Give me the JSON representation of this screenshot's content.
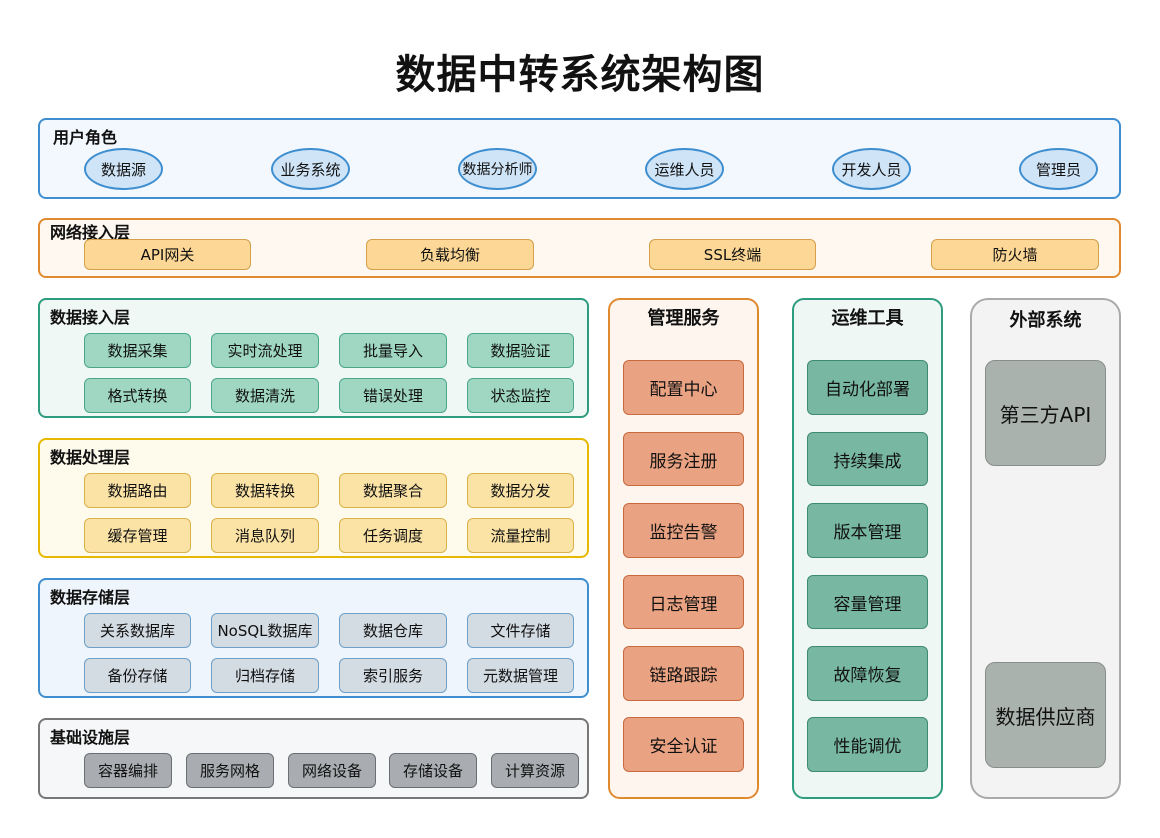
{
  "title": "数据中转系统架构图",
  "user_roles": {
    "label": "用户角色",
    "items": [
      "数据源",
      "业务系统",
      "数据分析师",
      "运维人员",
      "开发人员",
      "管理员"
    ]
  },
  "network": {
    "label": "网络接入层",
    "items": [
      "API网关",
      "负载均衡",
      "SSL终端",
      "防火墙"
    ]
  },
  "ingest": {
    "label": "数据接入层",
    "items": [
      "数据采集",
      "实时流处理",
      "批量导入",
      "数据验证",
      "格式转换",
      "数据清洗",
      "错误处理",
      "状态监控"
    ]
  },
  "processing": {
    "label": "数据处理层",
    "items": [
      "数据路由",
      "数据转换",
      "数据聚合",
      "数据分发",
      "缓存管理",
      "消息队列",
      "任务调度",
      "流量控制"
    ]
  },
  "storage": {
    "label": "数据存储层",
    "items": [
      "关系数据库",
      "NoSQL数据库",
      "数据仓库",
      "文件存储",
      "备份存储",
      "归档存储",
      "索引服务",
      "元数据管理"
    ]
  },
  "infra": {
    "label": "基础设施层",
    "items": [
      "容器编排",
      "服务网格",
      "网络设备",
      "存储设备",
      "计算资源"
    ]
  },
  "management": {
    "label": "管理服务",
    "items": [
      "配置中心",
      "服务注册",
      "监控告警",
      "日志管理",
      "链路跟踪",
      "安全认证"
    ]
  },
  "ops": {
    "label": "运维工具",
    "items": [
      "自动化部署",
      "持续集成",
      "版本管理",
      "容量管理",
      "故障恢复",
      "性能调优"
    ]
  },
  "external": {
    "label": "外部系统",
    "items": [
      "第三方API",
      "数据供应商"
    ]
  },
  "colors": {
    "user": "#3e8ed0",
    "network": "#e08a30",
    "ingest": "#2e9c7e",
    "processing": "#e6b800",
    "storage": "#3e8ed0",
    "infra": "#777777",
    "management": "#e08a30",
    "ops": "#2e9c7e",
    "external": "#aaaaaa"
  }
}
